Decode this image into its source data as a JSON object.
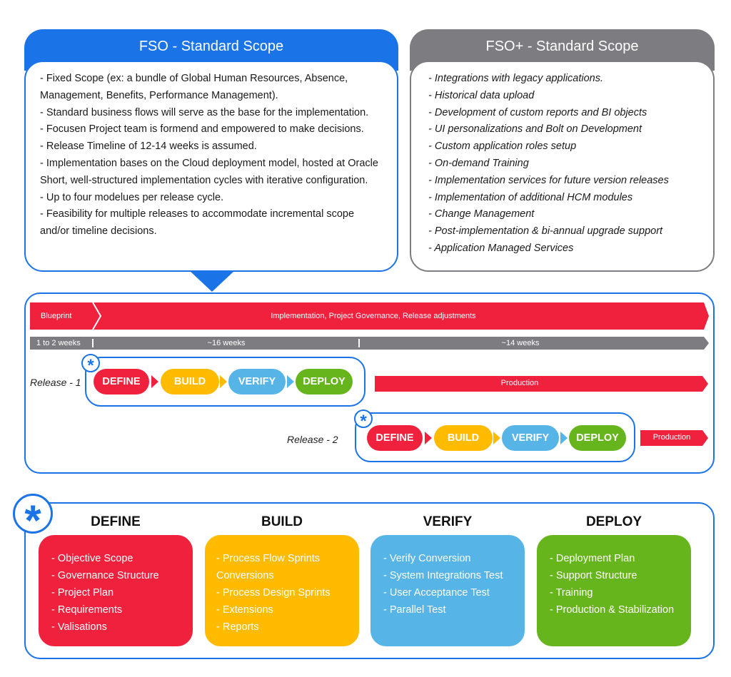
{
  "fso": {
    "title": "FSO - Standard Scope",
    "items": [
      "- Fixed Scope (ex: a bundle of Global Human Resources, Absence, Management, Benefits, Performance Management).",
      "- Standard business flows will serve as the base for the implementation.",
      "- Focusen Project team is formend and empowered to make decisions.",
      "- Release Timeline of 12-14 weeks is assumed.",
      "- Implementation bases on the Cloud deployment model, hosted at Oracle Short, well-structured implementation cycles with iterative configuration.",
      "- Up to four modelues per release cycle.",
      "- Feasibility for multiple releases to accommodate incremental scope and/or timeline decisions."
    ]
  },
  "fso_plus": {
    "title": "FSO+ - Standard Scope",
    "items": [
      "- Integrations with legacy applications.",
      "- Historical data upload",
      "- Development of custom reports and BI objects",
      "- UI personalizations and Bolt on Development",
      "- Custom application roles setup",
      "- On-demand Training",
      "- Implementation services for future version releases",
      "- Implementation of additional HCM modules",
      "- Change Management",
      "- Post-implementation & bi-annual upgrade support",
      "- Application Managed Services"
    ]
  },
  "timeline": {
    "blueprint": "Blueprint",
    "implementation": "Implementation, Project Governance, Release adjustments",
    "weeks_1": "1 to 2 weeks",
    "weeks_2": "~16 weeks",
    "weeks_3": "~14 weeks",
    "release_1": "Release - 1",
    "release_2": "Release - 2",
    "production": "Production",
    "star": "*"
  },
  "phases": {
    "define": "DEFINE",
    "build": "BUILD",
    "verify": "VERIFY",
    "deploy": "DEPLOY"
  },
  "details": {
    "star": "*",
    "define_items": [
      "- Objective Scope",
      "- Governance Structure",
      "- Project Plan",
      "- Requirements",
      "- Valisations"
    ],
    "build_items": [
      "- Process Flow Sprints",
      "Conversions",
      "- Process Design Sprints",
      "- Extensions",
      "- Reports"
    ],
    "verify_items": [
      "- Verify Conversion",
      "- System Integrations Test",
      "- User Acceptance Test",
      "- Parallel Test"
    ],
    "deploy_items": [
      "- Deployment Plan",
      "- Support Structure",
      "- Training",
      "- Production & Stabilization"
    ]
  },
  "colors": {
    "accent_blue": "#1a74e8",
    "grey": "#7d7d81",
    "red": "#f0213d",
    "yellow": "#ffbb00",
    "light_blue": "#56b4e6",
    "green": "#67b51c"
  }
}
